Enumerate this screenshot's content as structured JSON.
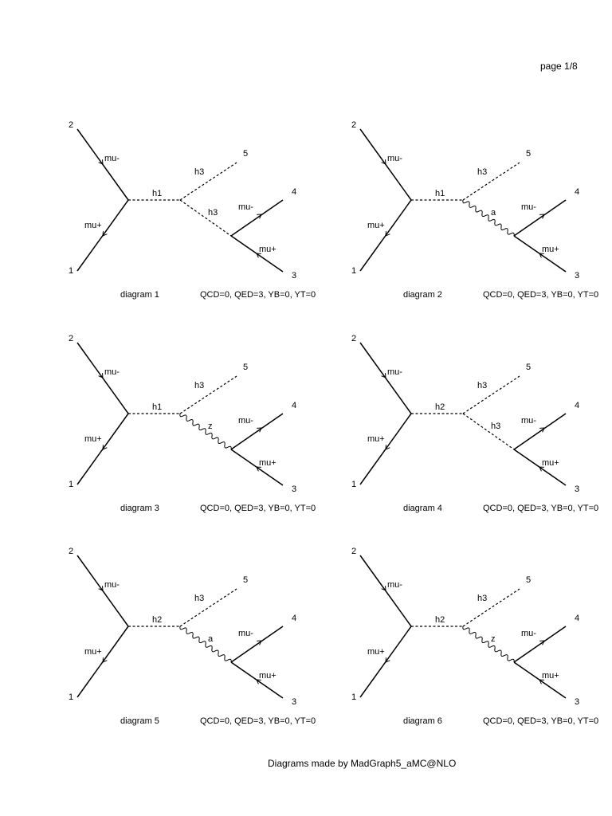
{
  "page": {
    "page_label": "page 1/8",
    "footer": "Diagrams made by MadGraph5_aMC@NLO"
  },
  "diagrams": [
    {
      "caption": "diagram 1",
      "couplings": "QCD=0, QED=3, YB=0, YT=0",
      "s_channel": {
        "name": "h1",
        "style": "scalar"
      },
      "emitted": {
        "name": "h3",
        "style": "scalar"
      },
      "decay": {
        "name": "h3",
        "style": "scalar"
      },
      "incoming_upper": "mu-",
      "incoming_lower": "mu+",
      "outgoing_upper": "mu-",
      "outgoing_lower": "mu+",
      "legs": {
        "in_upper": "2",
        "in_lower": "1",
        "emitted": "5",
        "out_upper": "4",
        "out_lower": "3"
      }
    },
    {
      "caption": "diagram 2",
      "couplings": "QCD=0, QED=3, YB=0, YT=0",
      "s_channel": {
        "name": "h1",
        "style": "scalar"
      },
      "emitted": {
        "name": "h3",
        "style": "scalar"
      },
      "decay": {
        "name": "a",
        "style": "photon"
      },
      "incoming_upper": "mu-",
      "incoming_lower": "mu+",
      "outgoing_upper": "mu-",
      "outgoing_lower": "mu+",
      "legs": {
        "in_upper": "2",
        "in_lower": "1",
        "emitted": "5",
        "out_upper": "4",
        "out_lower": "3"
      }
    },
    {
      "caption": "diagram 3",
      "couplings": "QCD=0, QED=3, YB=0, YT=0",
      "s_channel": {
        "name": "h1",
        "style": "scalar"
      },
      "emitted": {
        "name": "h3",
        "style": "scalar"
      },
      "decay": {
        "name": "z",
        "style": "photon"
      },
      "incoming_upper": "mu-",
      "incoming_lower": "mu+",
      "outgoing_upper": "mu-",
      "outgoing_lower": "mu+",
      "legs": {
        "in_upper": "2",
        "in_lower": "1",
        "emitted": "5",
        "out_upper": "4",
        "out_lower": "3"
      }
    },
    {
      "caption": "diagram 4",
      "couplings": "QCD=0, QED=3, YB=0, YT=0",
      "s_channel": {
        "name": "h2",
        "style": "scalar"
      },
      "emitted": {
        "name": "h3",
        "style": "scalar"
      },
      "decay": {
        "name": "h3",
        "style": "scalar"
      },
      "incoming_upper": "mu-",
      "incoming_lower": "mu+",
      "outgoing_upper": "mu-",
      "outgoing_lower": "mu+",
      "legs": {
        "in_upper": "2",
        "in_lower": "1",
        "emitted": "5",
        "out_upper": "4",
        "out_lower": "3"
      }
    },
    {
      "caption": "diagram 5",
      "couplings": "QCD=0, QED=3, YB=0, YT=0",
      "s_channel": {
        "name": "h2",
        "style": "scalar"
      },
      "emitted": {
        "name": "h3",
        "style": "scalar"
      },
      "decay": {
        "name": "a",
        "style": "photon"
      },
      "incoming_upper": "mu-",
      "incoming_lower": "mu+",
      "outgoing_upper": "mu-",
      "outgoing_lower": "mu+",
      "legs": {
        "in_upper": "2",
        "in_lower": "1",
        "emitted": "5",
        "out_upper": "4",
        "out_lower": "3"
      }
    },
    {
      "caption": "diagram 6",
      "couplings": "QCD=0, QED=3, YB=0, YT=0",
      "s_channel": {
        "name": "h2",
        "style": "scalar"
      },
      "emitted": {
        "name": "h3",
        "style": "scalar"
      },
      "decay": {
        "name": "z",
        "style": "photon"
      },
      "incoming_upper": "mu-",
      "incoming_lower": "mu+",
      "outgoing_upper": "mu-",
      "outgoing_lower": "mu+",
      "legs": {
        "in_upper": "2",
        "in_lower": "1",
        "emitted": "5",
        "out_upper": "4",
        "out_lower": "3"
      }
    }
  ]
}
